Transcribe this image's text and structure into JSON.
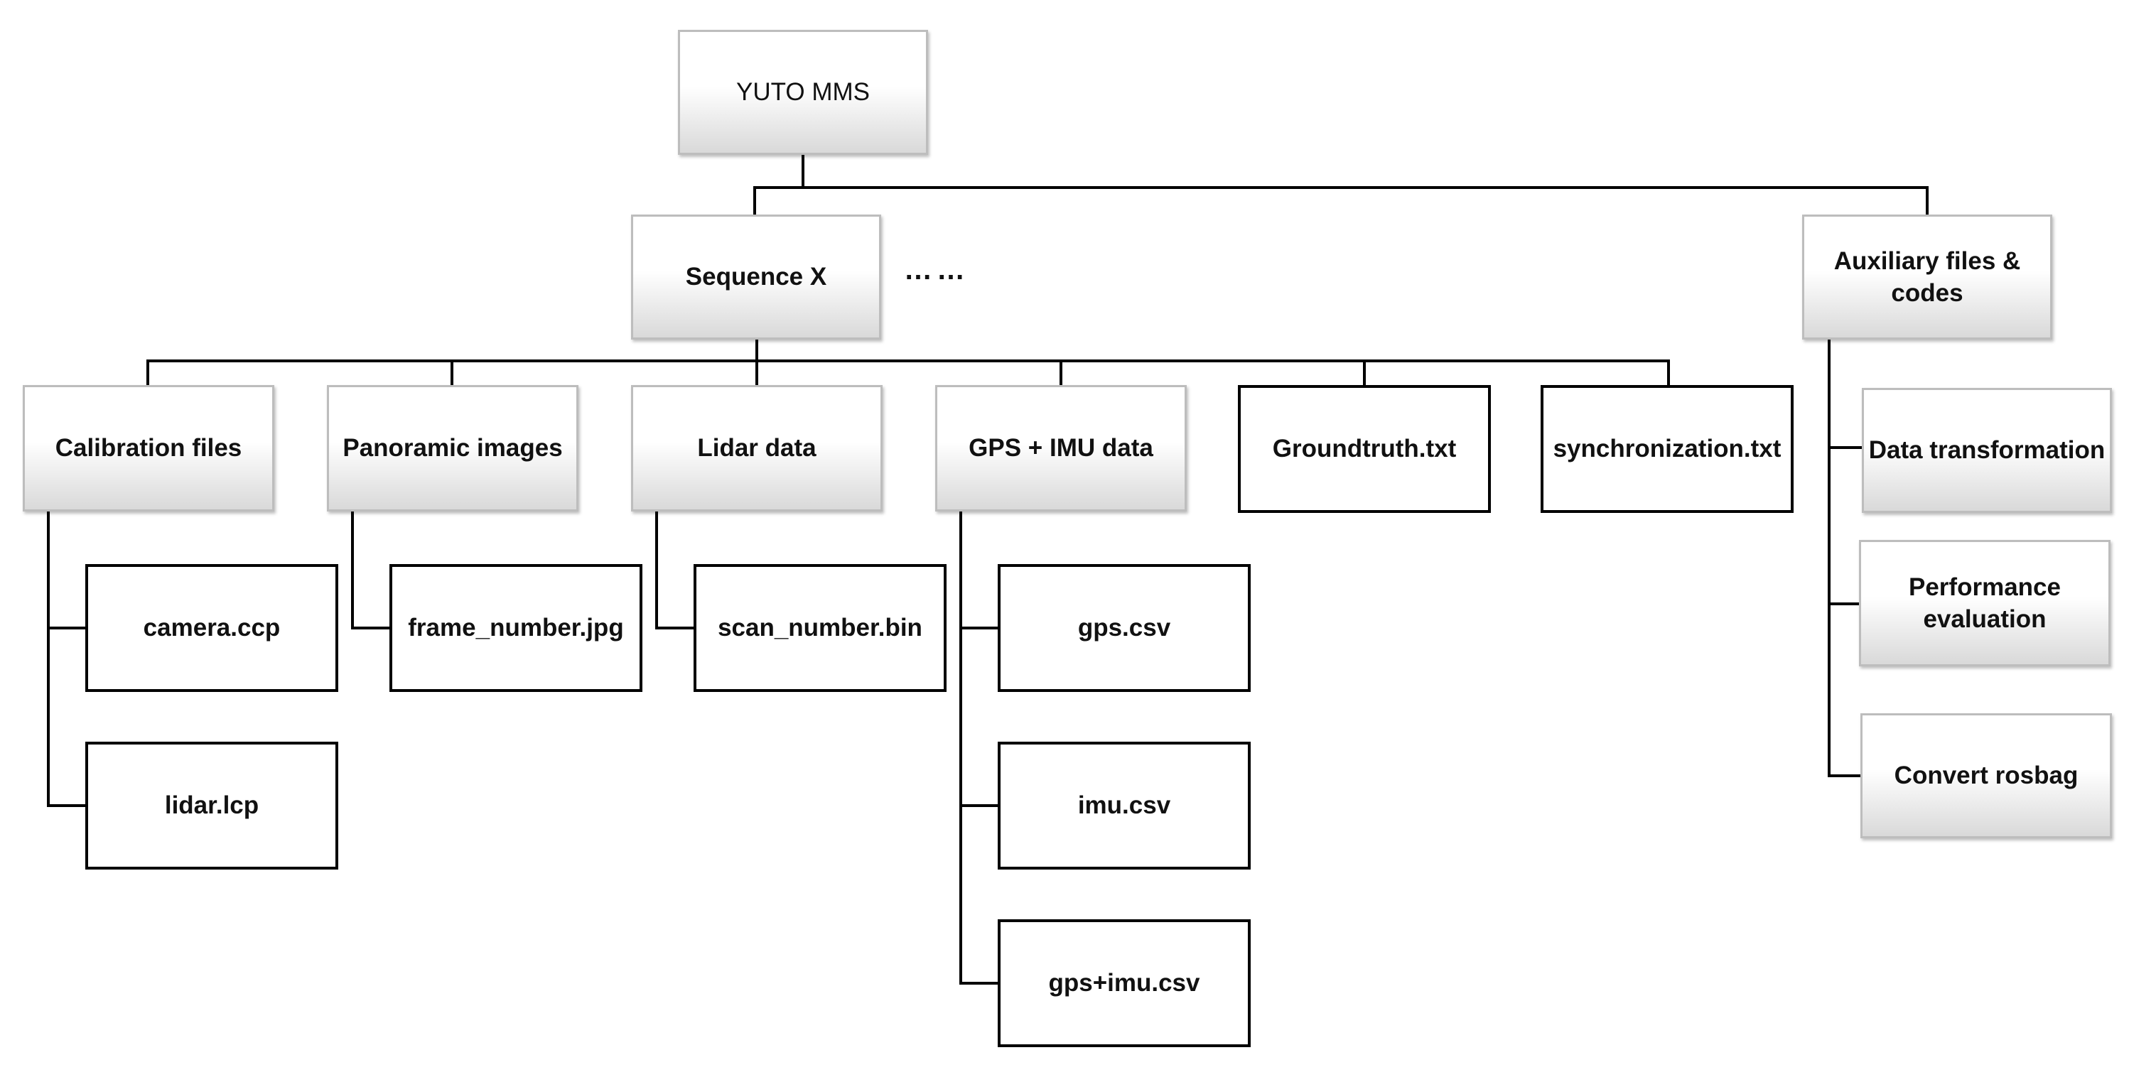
{
  "root": {
    "label": "YUTO MMS"
  },
  "sequence": {
    "label": "Sequence X",
    "ellipsis": "……"
  },
  "auxiliary": {
    "label": "Auxiliary files & codes",
    "children": [
      "Data transformation",
      "Performance evaluation",
      "Convert rosbag"
    ]
  },
  "sequence_children": {
    "calibration": {
      "label": "Calibration files",
      "children": [
        "camera.ccp",
        "lidar.lcp"
      ]
    },
    "panoramic": {
      "label": "Panoramic images",
      "children": [
        "frame_number.jpg"
      ]
    },
    "lidar": {
      "label": "Lidar data",
      "children": [
        "scan_number.bin"
      ]
    },
    "gps_imu": {
      "label": "GPS + IMU data",
      "children": [
        "gps.csv",
        "imu.csv",
        "gps+imu.csv"
      ]
    },
    "groundtruth": {
      "label": "Groundtruth.txt"
    },
    "synchronization": {
      "label": "synchronization.txt"
    }
  }
}
